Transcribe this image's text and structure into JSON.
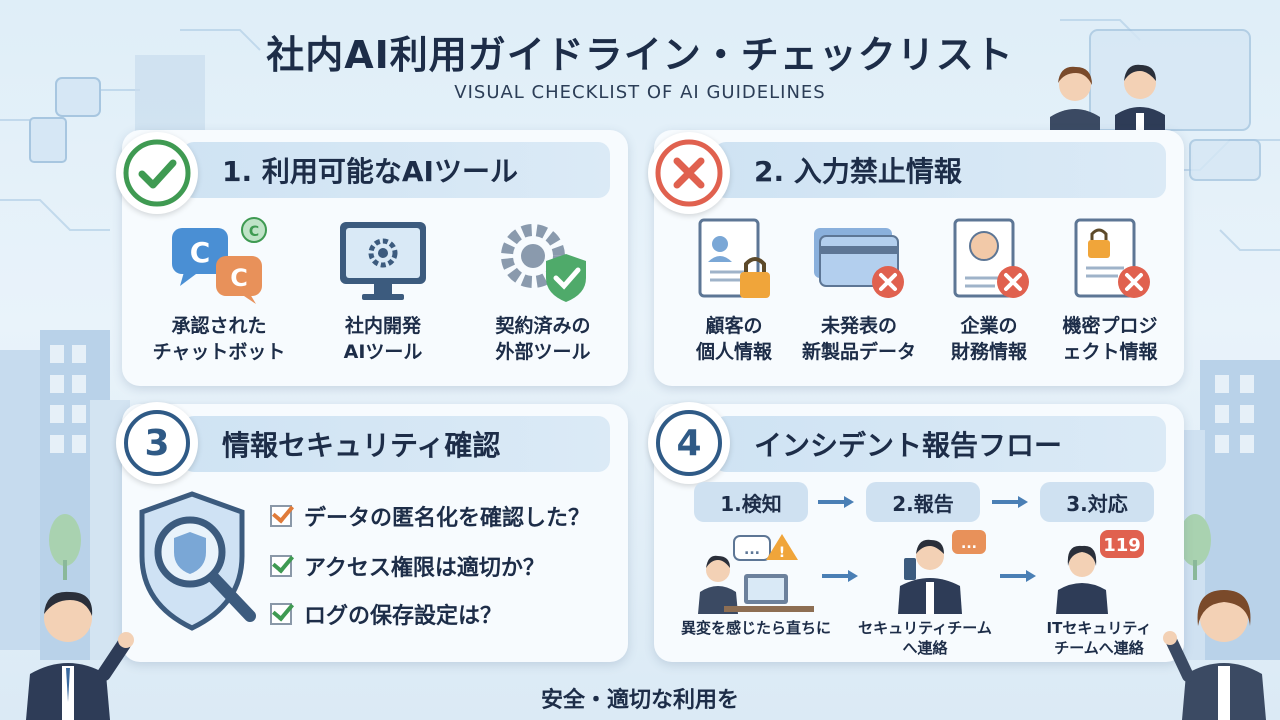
{
  "title": "社内AI利用ガイドライン・チェックリスト",
  "subtitle": "VISUAL CHECKLIST OF AI GUIDELINES",
  "section1": {
    "heading": "1. 利用可能なAIツール",
    "items": [
      {
        "line1": "承認された",
        "line2": "チャットボット",
        "icon": "chat-bubbles-icon"
      },
      {
        "line1": "社内開発",
        "line2": "AIツール",
        "icon": "monitor-gear-icon"
      },
      {
        "line1": "契約済みの",
        "line2": "外部ツール",
        "icon": "gear-shield-icon"
      }
    ]
  },
  "section2": {
    "heading": "2. 入力禁止情報",
    "items": [
      {
        "line1": "顧客の",
        "line2": "個人情報",
        "icon": "locked-profile-doc-icon"
      },
      {
        "line1": "未発表の",
        "line2": "新製品データ",
        "icon": "credit-card-x-icon"
      },
      {
        "line1": "企業の",
        "line2": "財務情報",
        "icon": "profile-doc-x-icon"
      },
      {
        "line1": "機密プロジ",
        "line2": "ェクト情報",
        "icon": "locked-doc-x-icon"
      }
    ]
  },
  "section3": {
    "number": "3",
    "heading": "情報セキュリティ確認",
    "checks": [
      "データの匿名化を確認した？",
      "アクセス権限は適切か？",
      "ログの保存設定は？"
    ]
  },
  "section4": {
    "number": "4",
    "heading": "インシデント報告フロー",
    "steps": [
      "1.検知",
      "2.報告",
      "3.対応"
    ],
    "captions": [
      {
        "line1": "異変を感じたら直ちに",
        "line2": ""
      },
      {
        "line1": "セキュリティチーム",
        "line2": "へ連絡"
      },
      {
        "line1": "ITセキュリティ",
        "line2": "チームへ連絡"
      }
    ],
    "phone_number": "119"
  },
  "footer": "安全・適切な利用を",
  "colors": {
    "navy": "#1d2d48",
    "green_check": "#3f9a52",
    "red_x": "#e0614f",
    "blue_badge": "#2f5a86",
    "orange_check": "#e07b39"
  }
}
